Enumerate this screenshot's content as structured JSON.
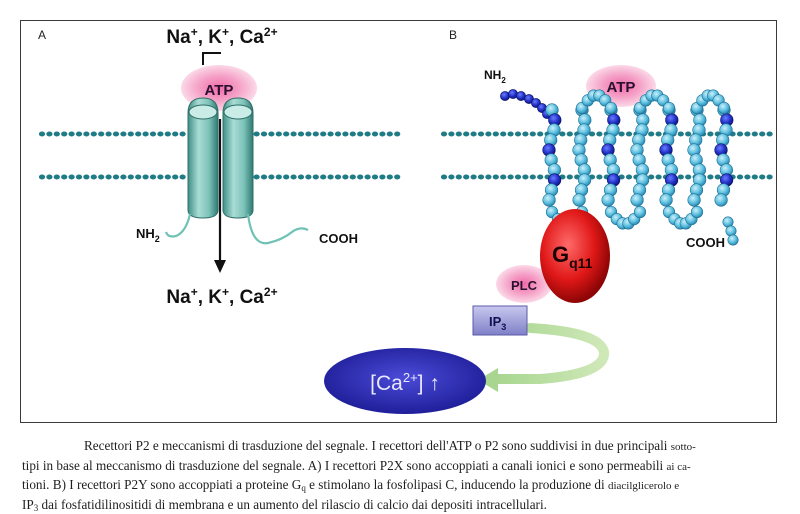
{
  "panel_a": {
    "label": "A",
    "ions_top": [
      "Na",
      "+",
      ", K",
      "+",
      ", Ca",
      "2+"
    ],
    "ions_bottom": [
      "Na",
      "+",
      ", K",
      "+",
      ", Ca",
      "2+"
    ],
    "atp": "ATP",
    "nh2": [
      "NH",
      "2"
    ],
    "cooh": "COOH"
  },
  "panel_b": {
    "label": "B",
    "nh2": [
      "NH",
      "2"
    ],
    "atp": "ATP",
    "gq": [
      "G",
      "q11"
    ],
    "cooh": "COOH",
    "plc": "PLC",
    "ip3": [
      "IP",
      "3"
    ],
    "calcium": [
      "[Ca",
      "2+",
      "] ↑"
    ]
  },
  "caption": {
    "l1_a": "Recettori P2 e meccanismi di trasduzione del segnale. I recettori dell'ATP o P2 sono suddivisi in due principali ",
    "l1_b": "sotto-",
    "l2_a": "tipi in base al meccanismo di trasduzione del segnale. A) I recettori P2X sono accoppiati a canali ionici e sono permeabili ",
    "l2_b": "ai ca-",
    "l3_a": "tioni. B) I recettori P2Y sono accoppiati a proteine G",
    "l3_sub": "q",
    "l3_b": " e stimolano la fosfolipasi C, inducendo la produzione di ",
    "l3_c": "diacilglicerolo e",
    "l4_a": "IP",
    "l4_sub": "3",
    "l4_b": " dai fosfatidilinositidi di membrana e un aumento del rilascio di calcio dai depositi intracellulari."
  }
}
